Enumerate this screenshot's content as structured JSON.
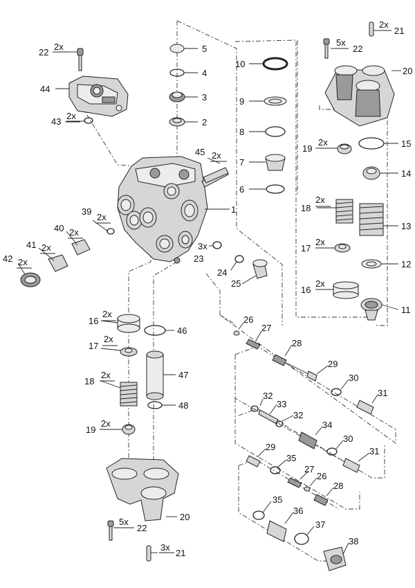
{
  "callouts": [
    {
      "id": "c1",
      "num": "1"
    },
    {
      "id": "c2",
      "num": "2"
    },
    {
      "id": "c3",
      "num": "3"
    },
    {
      "id": "c4",
      "num": "4"
    },
    {
      "id": "c5",
      "num": "5"
    },
    {
      "id": "c6",
      "num": "6"
    },
    {
      "id": "c7",
      "num": "7"
    },
    {
      "id": "c8",
      "num": "8"
    },
    {
      "id": "c9",
      "num": "9"
    },
    {
      "id": "c10",
      "num": "10"
    },
    {
      "id": "c11",
      "num": "11"
    },
    {
      "id": "c12",
      "num": "12"
    },
    {
      "id": "c13",
      "num": "13"
    },
    {
      "id": "c14",
      "num": "14"
    },
    {
      "id": "c15",
      "num": "15"
    },
    {
      "id": "c16r",
      "num": "16",
      "qty": "2x"
    },
    {
      "id": "c17r",
      "num": "17",
      "qty": "2x"
    },
    {
      "id": "c18r",
      "num": "18",
      "qty": "2x"
    },
    {
      "id": "c19r",
      "num": "19",
      "qty": "2x"
    },
    {
      "id": "c20t",
      "num": "20"
    },
    {
      "id": "c21t",
      "num": "21",
      "qty": "2x"
    },
    {
      "id": "c22t",
      "num": "22",
      "qty": "5x"
    },
    {
      "id": "c22l",
      "num": "22",
      "qty": "2x"
    },
    {
      "id": "c44",
      "num": "44"
    },
    {
      "id": "c43",
      "num": "43",
      "qty": "2x"
    },
    {
      "id": "c45",
      "num": "45",
      "qty": "2x"
    },
    {
      "id": "c39",
      "num": "39",
      "qty": "2x"
    },
    {
      "id": "c40",
      "num": "40",
      "qty": "2x"
    },
    {
      "id": "c41",
      "num": "41",
      "qty": "2x"
    },
    {
      "id": "c42",
      "num": "42",
      "qty": "2x"
    },
    {
      "id": "c23",
      "num": "23",
      "qty": "3x"
    },
    {
      "id": "c24",
      "num": "24"
    },
    {
      "id": "c25",
      "num": "25"
    },
    {
      "id": "c16l",
      "num": "16",
      "qty": "2x"
    },
    {
      "id": "c46",
      "num": "46"
    },
    {
      "id": "c17l",
      "num": "17",
      "qty": "2x"
    },
    {
      "id": "c47",
      "num": "47"
    },
    {
      "id": "c18l",
      "num": "18",
      "qty": "2x"
    },
    {
      "id": "c48",
      "num": "48"
    },
    {
      "id": "c19l",
      "num": "19",
      "qty": "2x"
    },
    {
      "id": "c20b",
      "num": "20"
    },
    {
      "id": "c22b",
      "num": "22",
      "qty": "5x"
    },
    {
      "id": "c21b",
      "num": "21",
      "qty": "3x"
    },
    {
      "id": "c26a",
      "num": "26"
    },
    {
      "id": "c27a",
      "num": "27"
    },
    {
      "id": "c28a",
      "num": "28"
    },
    {
      "id": "c29a",
      "num": "29"
    },
    {
      "id": "c30a",
      "num": "30"
    },
    {
      "id": "c31a",
      "num": "31"
    },
    {
      "id": "c32a",
      "num": "32"
    },
    {
      "id": "c33",
      "num": "33"
    },
    {
      "id": "c32b",
      "num": "32"
    },
    {
      "id": "c34",
      "num": "34"
    },
    {
      "id": "c30b",
      "num": "30"
    },
    {
      "id": "c31b",
      "num": "31"
    },
    {
      "id": "c29b",
      "num": "29"
    },
    {
      "id": "c35a",
      "num": "35"
    },
    {
      "id": "c27b",
      "num": "27"
    },
    {
      "id": "c26b",
      "num": "26"
    },
    {
      "id": "c28b",
      "num": "28"
    },
    {
      "id": "c35b",
      "num": "35"
    },
    {
      "id": "c36",
      "num": "36"
    },
    {
      "id": "c37",
      "num": "37"
    },
    {
      "id": "c38",
      "num": "38"
    }
  ]
}
